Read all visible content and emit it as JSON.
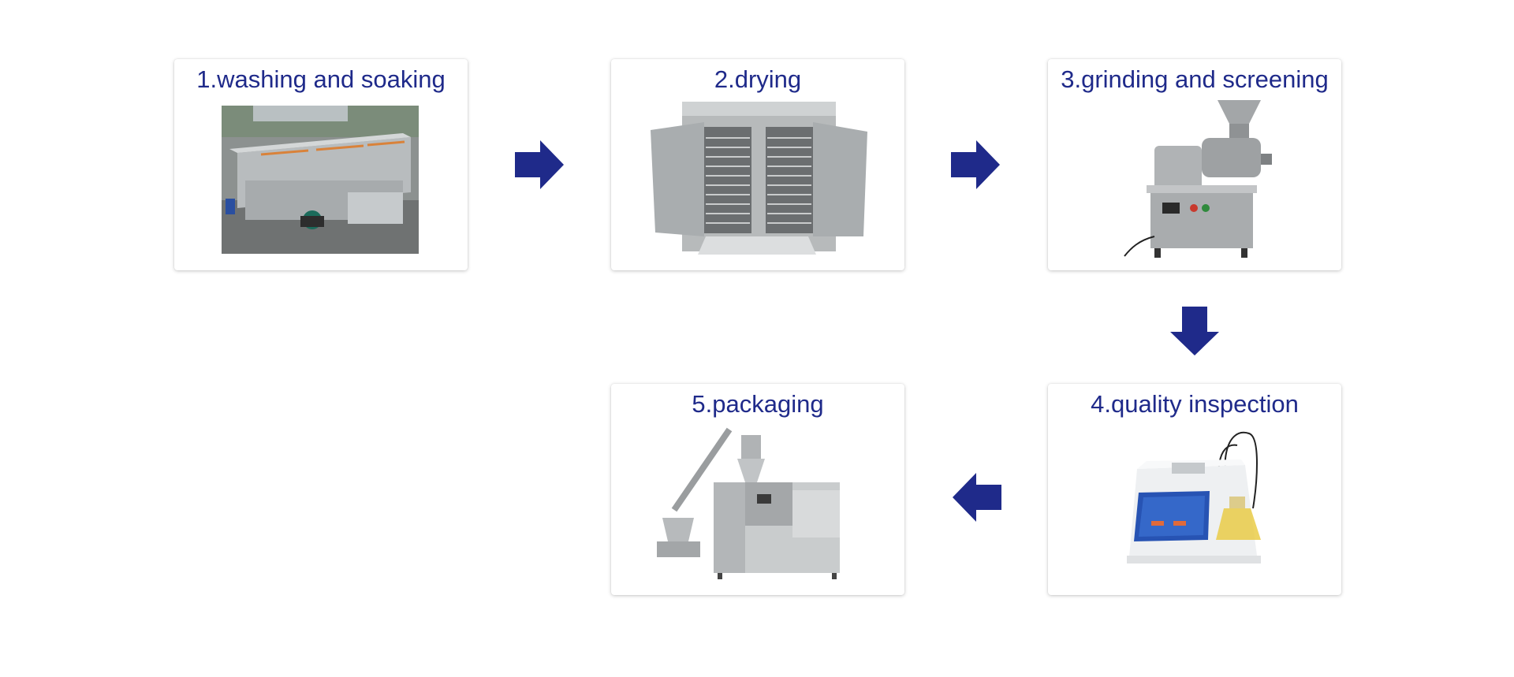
{
  "steps": [
    {
      "number": "1",
      "label": "1.washing and soaking"
    },
    {
      "number": "2",
      "label": "2.drying"
    },
    {
      "number": "3",
      "label": "3.grinding and screening"
    },
    {
      "number": "4",
      "label": "4.quality inspection"
    },
    {
      "number": "5",
      "label": "5.packaging"
    }
  ],
  "colors": {
    "title": "#1f2a8a",
    "arrow": "#1f2a8a"
  }
}
